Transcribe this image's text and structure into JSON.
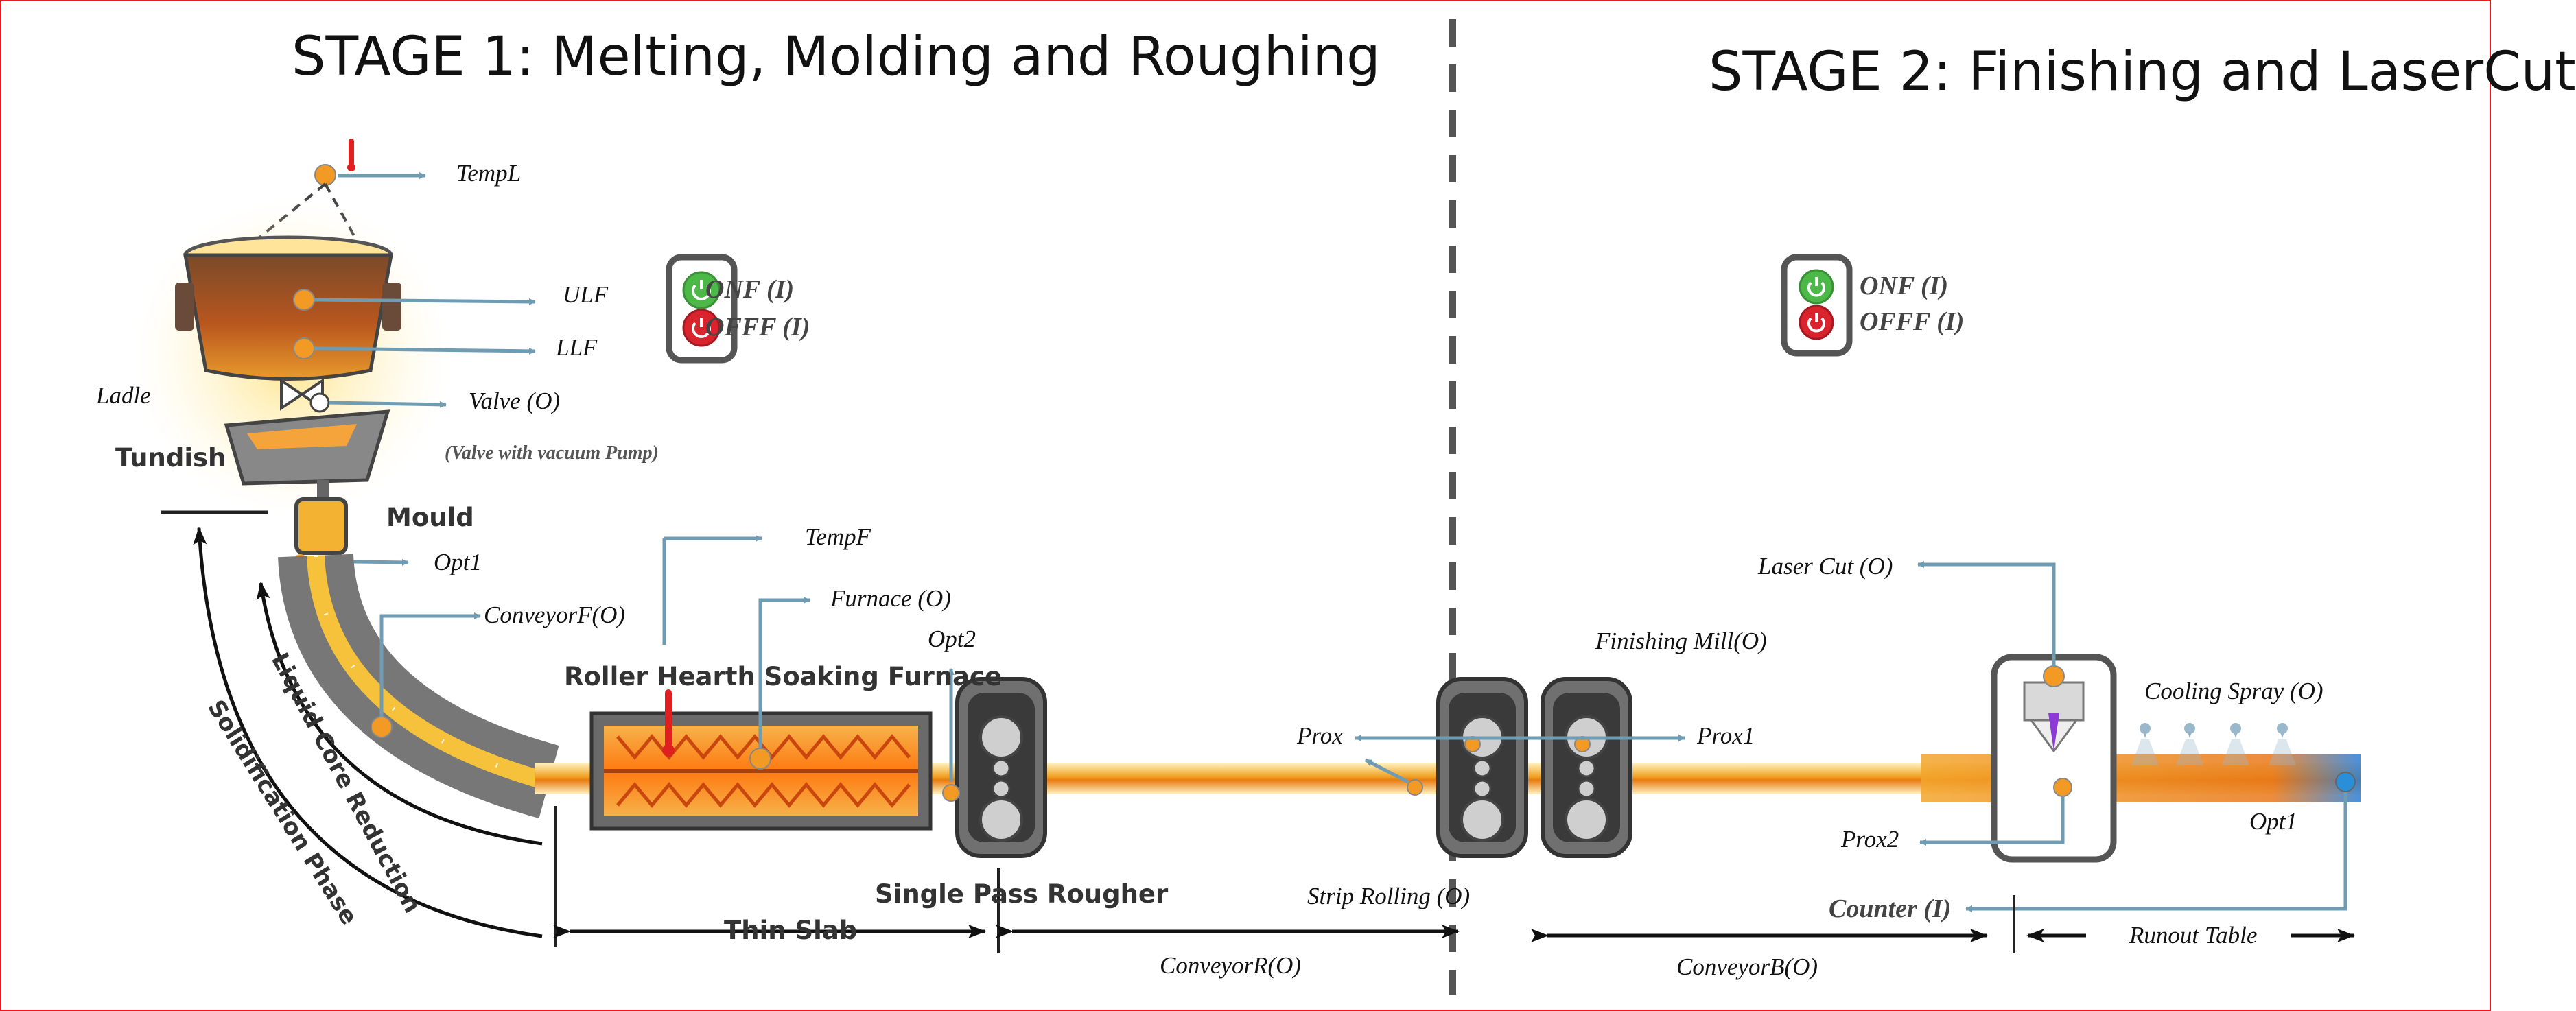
{
  "stage1": {
    "title": "STAGE 1: Melting, Molding and Roughing"
  },
  "stage2": {
    "title": "STAGE 2: Finishing and LaserCut"
  },
  "panel1": {
    "on_label": "ONF (I)",
    "off_label": "OFFF (I)"
  },
  "panel2": {
    "on_label": "ONF (I)",
    "off_label": "OFFF (I)"
  },
  "labels": {
    "tempL": "TempL",
    "ulf": "ULF",
    "llf": "LLF",
    "ladle": "Ladle",
    "valve": "Valve (O)",
    "valve_note": "(Valve with vacuum Pump)",
    "tundish": "Tundish",
    "mould": "Mould",
    "opt1": "Opt1",
    "conveyorF": "ConveyorF(O)",
    "tempF": "TempF",
    "furnace": "Furnace (O)",
    "opt2": "Opt2",
    "roller_hearth": "Roller Hearth Soaking Furnace",
    "liquid_core": "Liquid Core Reduction",
    "solidification": "Solidification Phase",
    "thin_slab": "Thin Slab",
    "single_pass": "Single Pass Rougher",
    "conveyorR": "ConveyorR(O)",
    "prox": "Prox",
    "prox1": "Prox1",
    "strip_rolling": "Strip Rolling (O)",
    "finishing_mill": "Finishing Mill(O)",
    "laser_cut": "Laser Cut (O)",
    "cooling_spray": "Cooling Spray (O)",
    "prox2": "Prox2",
    "opt1_b": "Opt1",
    "counter": "Counter (I)",
    "runout": "Runout Table",
    "conveyorB": "ConveyorB(O)"
  },
  "colors": {
    "arrow": "#6f9bb3",
    "sensor": "#f39a25",
    "on": "#4cb848",
    "off": "#d9232d",
    "divider": "#555555",
    "frame": "#e31b23"
  }
}
